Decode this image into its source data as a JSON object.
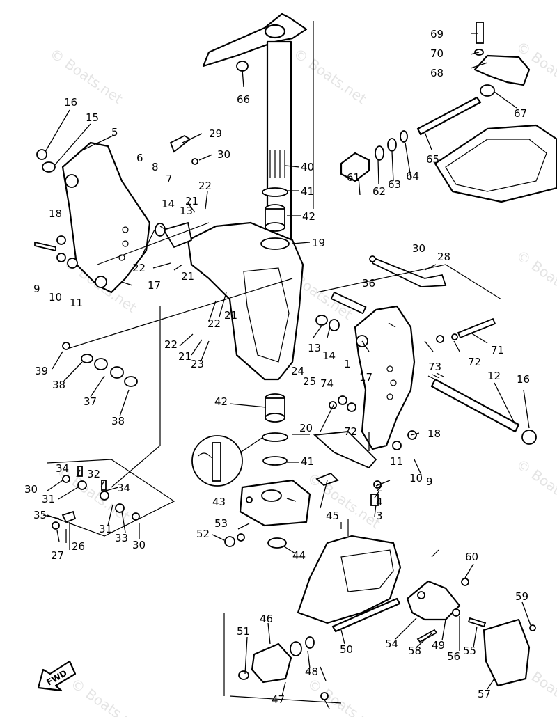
{
  "watermark": "© Boats.net",
  "fwd_label": "FWD",
  "callouts": {
    "c1": "1",
    "c2": "2",
    "c3": "3",
    "c4": "4",
    "c5": "5",
    "c6": "6",
    "c7": "7",
    "c8": "8",
    "c9": "9",
    "c10": "10",
    "c11": "11",
    "c12": "12",
    "c13": "13",
    "c14": "14",
    "c15": "15",
    "c16": "16",
    "c17": "17",
    "c18": "18",
    "c19": "19",
    "c20": "20",
    "c21": "21",
    "c22": "22",
    "c23": "23",
    "c24": "24",
    "c25": "25",
    "c26": "26",
    "c27": "27",
    "c28": "28",
    "c29": "29",
    "c30": "30",
    "c31": "31",
    "c32": "32",
    "c33": "33",
    "c34": "34",
    "c35": "35",
    "c36": "36",
    "c37": "37",
    "c38": "38",
    "c39": "39",
    "c40": "40",
    "c41": "41",
    "c42": "42",
    "c43": "43",
    "c44": "44",
    "c45": "45",
    "c46": "46",
    "c47": "47",
    "c48": "48",
    "c49": "49",
    "c50": "50",
    "c51": "51",
    "c52": "52",
    "c53": "53",
    "c54": "54",
    "c55": "55",
    "c56": "56",
    "c57": "57",
    "c58": "58",
    "c59": "59",
    "c60": "60",
    "c61": "61",
    "c62": "62",
    "c63": "63",
    "c64": "64",
    "c65": "65",
    "c66": "66",
    "c67": "67",
    "c68": "68",
    "c69": "69",
    "c70": "70",
    "c71": "71",
    "c72": "72",
    "c73": "73",
    "c74": "74"
  }
}
